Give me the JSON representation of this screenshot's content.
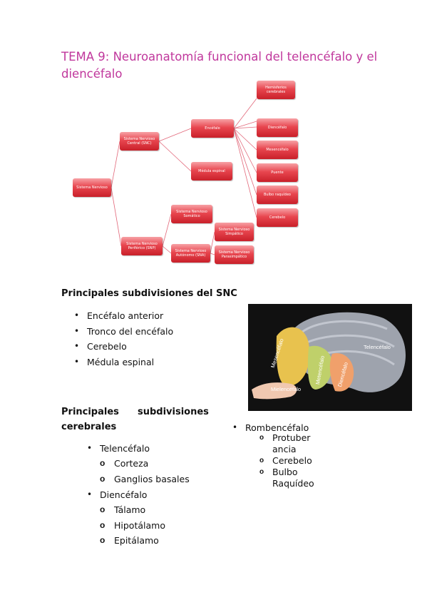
{
  "title": "TEMA 9: Neuroanatomía funcional del telencéfalo y el diencéfalo",
  "diagram": {
    "nodes": {
      "sn": "Sistema Nervioso",
      "snc": "Sistema Nervioso Central (SNC)",
      "snp": "Sistema Nervioso Periférico (SNP)",
      "encefalo": "Encéfalo",
      "medula": "Médula espinal",
      "sns": "Sistema Nervioso Somático",
      "sna": "Sistema Nervioso Autónomo (SNA)",
      "simpatico": "Sistema Nervioso Simpático",
      "parasimpatico": "Sistema Nervioso Parasimpático",
      "hemisferios": "Hemisferios cerebrales",
      "diencefalo": "Diencéfalo",
      "mesencefalo": "Mesencéfalo",
      "puente": "Puente",
      "bulbo": "Bulbo raquídeo",
      "cerebelo": "Cerebelo"
    }
  },
  "snc_section": {
    "heading": "Principales subdivisiones del SNC",
    "items": [
      "Encéfalo anterior",
      "Tronco del encéfalo",
      "Cerebelo",
      "Médula espinal"
    ]
  },
  "brain_labels": {
    "telencefalo": "Telencéfalo",
    "mesencefalo": "Mesencéfalo",
    "metencefalo": "Metencéfalo",
    "diencefalo": "Diencéfalo",
    "mielencefalo": "Mielencéfalo"
  },
  "cerebral_section": {
    "heading_1": "Principales",
    "heading_2": "subdivisiones",
    "heading_3": "cerebrales",
    "telencefalo": "Telencéfalo",
    "telencefalo_sub": [
      "Corteza",
      "Ganglios basales"
    ],
    "diencefalo": "Diencéfalo",
    "diencefalo_sub": [
      "Tálamo",
      "Hipotálamo",
      "Epitálamo"
    ],
    "rombencefalo": "Rombencéfalo",
    "rombencefalo_sub": [
      "Protuber ancia",
      "Cerebelo",
      "Bulbo Raquídeo"
    ]
  }
}
